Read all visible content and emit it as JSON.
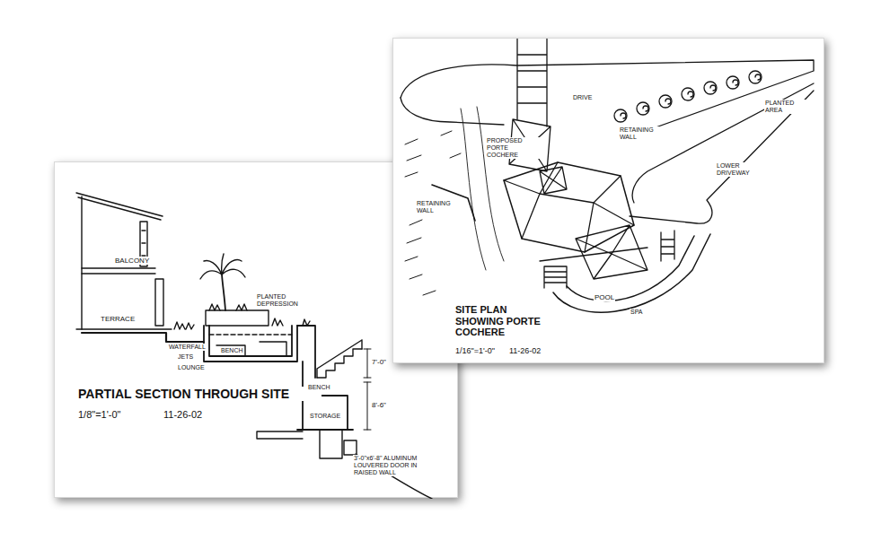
{
  "diagram": {
    "nodes": [
      {
        "text": [
          "PARTIAL SECTION THROUGH SITE",
          "1/8\"=1'-0\"",
          "11-26-02"
        ]
      },
      {
        "text": [
          "SITE PLAN SHOWING PORTE COCHERE",
          "1/16\"=1'-0\"",
          "11-26-02"
        ]
      }
    ],
    "labels": [
      "BALCONY",
      "TERRACE",
      "WATERFALL",
      "JETS",
      "LOUNGE",
      "BENCH",
      "PLANTED DEPRESSION",
      "BENCH",
      "STORAGE",
      "3'-0\"x6'-8\" ALUMINUM LOUVERED DOOR IN RAISED WALL",
      "7'-0\"",
      "8'-6\"",
      "PROPOSED PORTE COCHERE",
      "DRIVE",
      "RETAINING WALL",
      "PLANTED AREA",
      "RETAINING WALL",
      "LOWER DRIVEWAY",
      "POOL",
      "SPA"
    ]
  }
}
